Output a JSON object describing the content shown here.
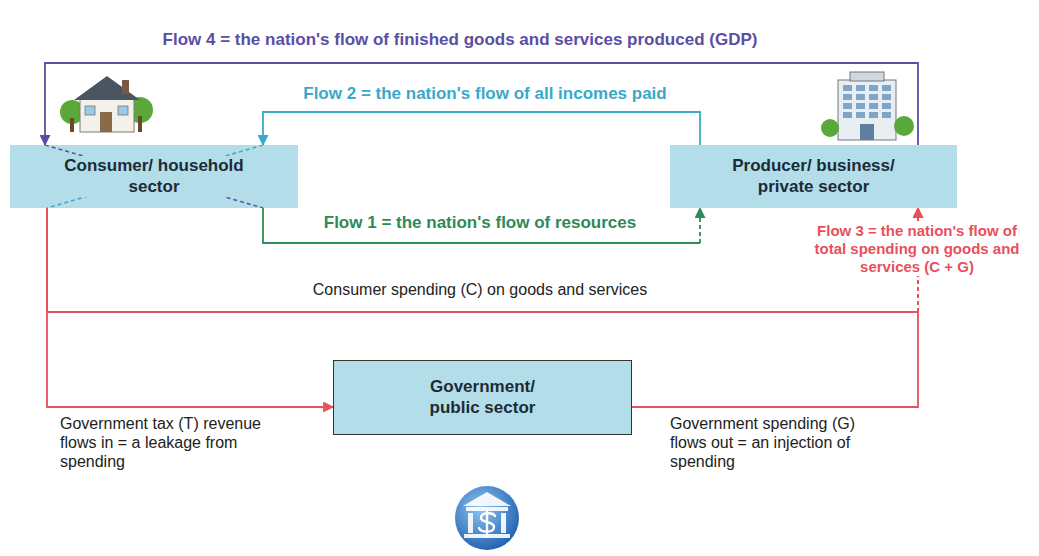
{
  "diagram": {
    "nodes": [
      {
        "text": [
          "Consumer/ household sector"
        ]
      },
      {
        "text": [
          "Producer/ business/ private sector"
        ]
      },
      {
        "text": [
          "Government/ public sector"
        ]
      }
    ],
    "edges": [
      {
        "from": 1,
        "to": 0,
        "arrow": "to",
        "label": "Flow 4 = the nation's flow of finished goods and services produced (GDP)"
      },
      {
        "from": 1,
        "to": 0,
        "arrow": "to",
        "label": "Flow 2 = the nation's flow of all incomes paid"
      },
      {
        "from": 0,
        "to": 1,
        "arrow": "to",
        "label": "Flow 1 = the nation's flow of resources"
      },
      {
        "from": 0,
        "to": 1,
        "arrow": "to",
        "label": "Consumer spending (C) on goods and services"
      },
      {
        "from": 0,
        "to": 2,
        "arrow": "to",
        "label": "Government tax (T) revenue flows in = a leakage from spending"
      },
      {
        "from": 2,
        "to": 1,
        "arrow": "to",
        "label": "Government spending (G) flows out = an injection of spending"
      }
    ],
    "labels": [
      "Flow 3 = the nation's flow of total spending on goods and services (C + G)"
    ]
  }
}
